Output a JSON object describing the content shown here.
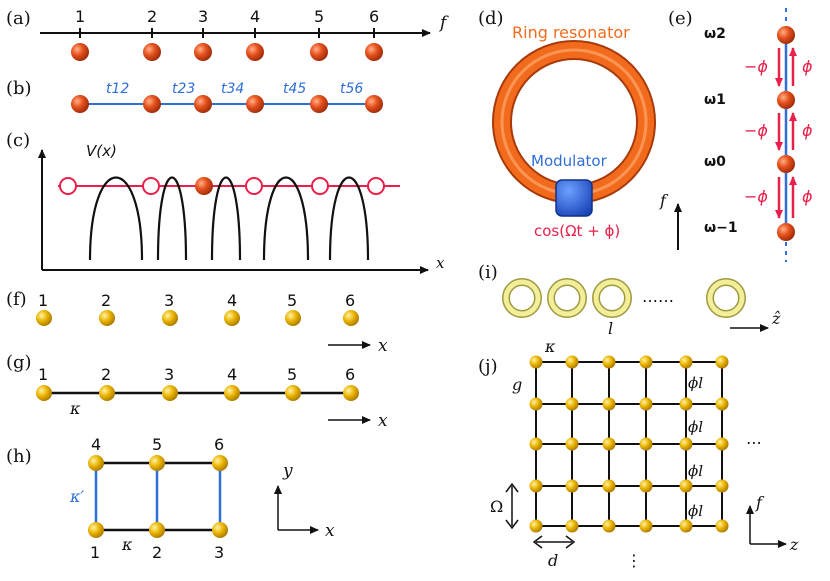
{
  "panels": {
    "a": {
      "label": "(a)",
      "axis": "f",
      "sites": [
        "1",
        "2",
        "3",
        "4",
        "5",
        "6"
      ]
    },
    "b": {
      "label": "(b)",
      "hoppings": [
        "t12",
        "t23",
        "t34",
        "t45",
        "t56"
      ]
    },
    "c": {
      "label": "(c)",
      "potential": "V(x)",
      "axis": "x"
    },
    "d": {
      "label": "(d)",
      "ring": "Ring resonator",
      "modulator": "Modulator",
      "drive": "cos(Ωt + ϕ)"
    },
    "e": {
      "label": "(e)",
      "levels": [
        "ω2",
        "ω1",
        "ω0",
        "ω−1"
      ],
      "phase_down": "−ϕ",
      "phase_up": "ϕ",
      "axis": "f"
    },
    "f": {
      "label": "(f)",
      "sites": [
        "1",
        "2",
        "3",
        "4",
        "5",
        "6"
      ],
      "axis": "x"
    },
    "g": {
      "label": "(g)",
      "sites": [
        "1",
        "2",
        "3",
        "4",
        "5",
        "6"
      ],
      "coupling": "κ",
      "axis": "x"
    },
    "h": {
      "label": "(h)",
      "top": [
        "4",
        "5",
        "6"
      ],
      "bottom": [
        "1",
        "2",
        "3"
      ],
      "kappa": "κ",
      "kappa_prime": "κ′",
      "axis_x": "x",
      "axis_y": "y"
    },
    "i": {
      "label": "(i)",
      "dots": "……",
      "spacing": "l",
      "axis": "ẑ"
    },
    "j": {
      "label": "(j)",
      "kappa": "κ",
      "g": "g",
      "phi": "ϕl",
      "Omega": "Ω",
      "d": "d",
      "axis_f": "f",
      "axis_z": "z",
      "hdots": "⋯",
      "vdots": "⋮"
    }
  },
  "colors": {
    "orange_ball": "#e0461a",
    "ring": "#f26b1d",
    "modulator": "#2b62d9",
    "blue_link": "#2f6fd6",
    "yellow_ball": "#e8b400",
    "yellow_ring": "#f2ee9a",
    "arrow_red": "#e8204a",
    "potential_line": "#e8204a"
  }
}
